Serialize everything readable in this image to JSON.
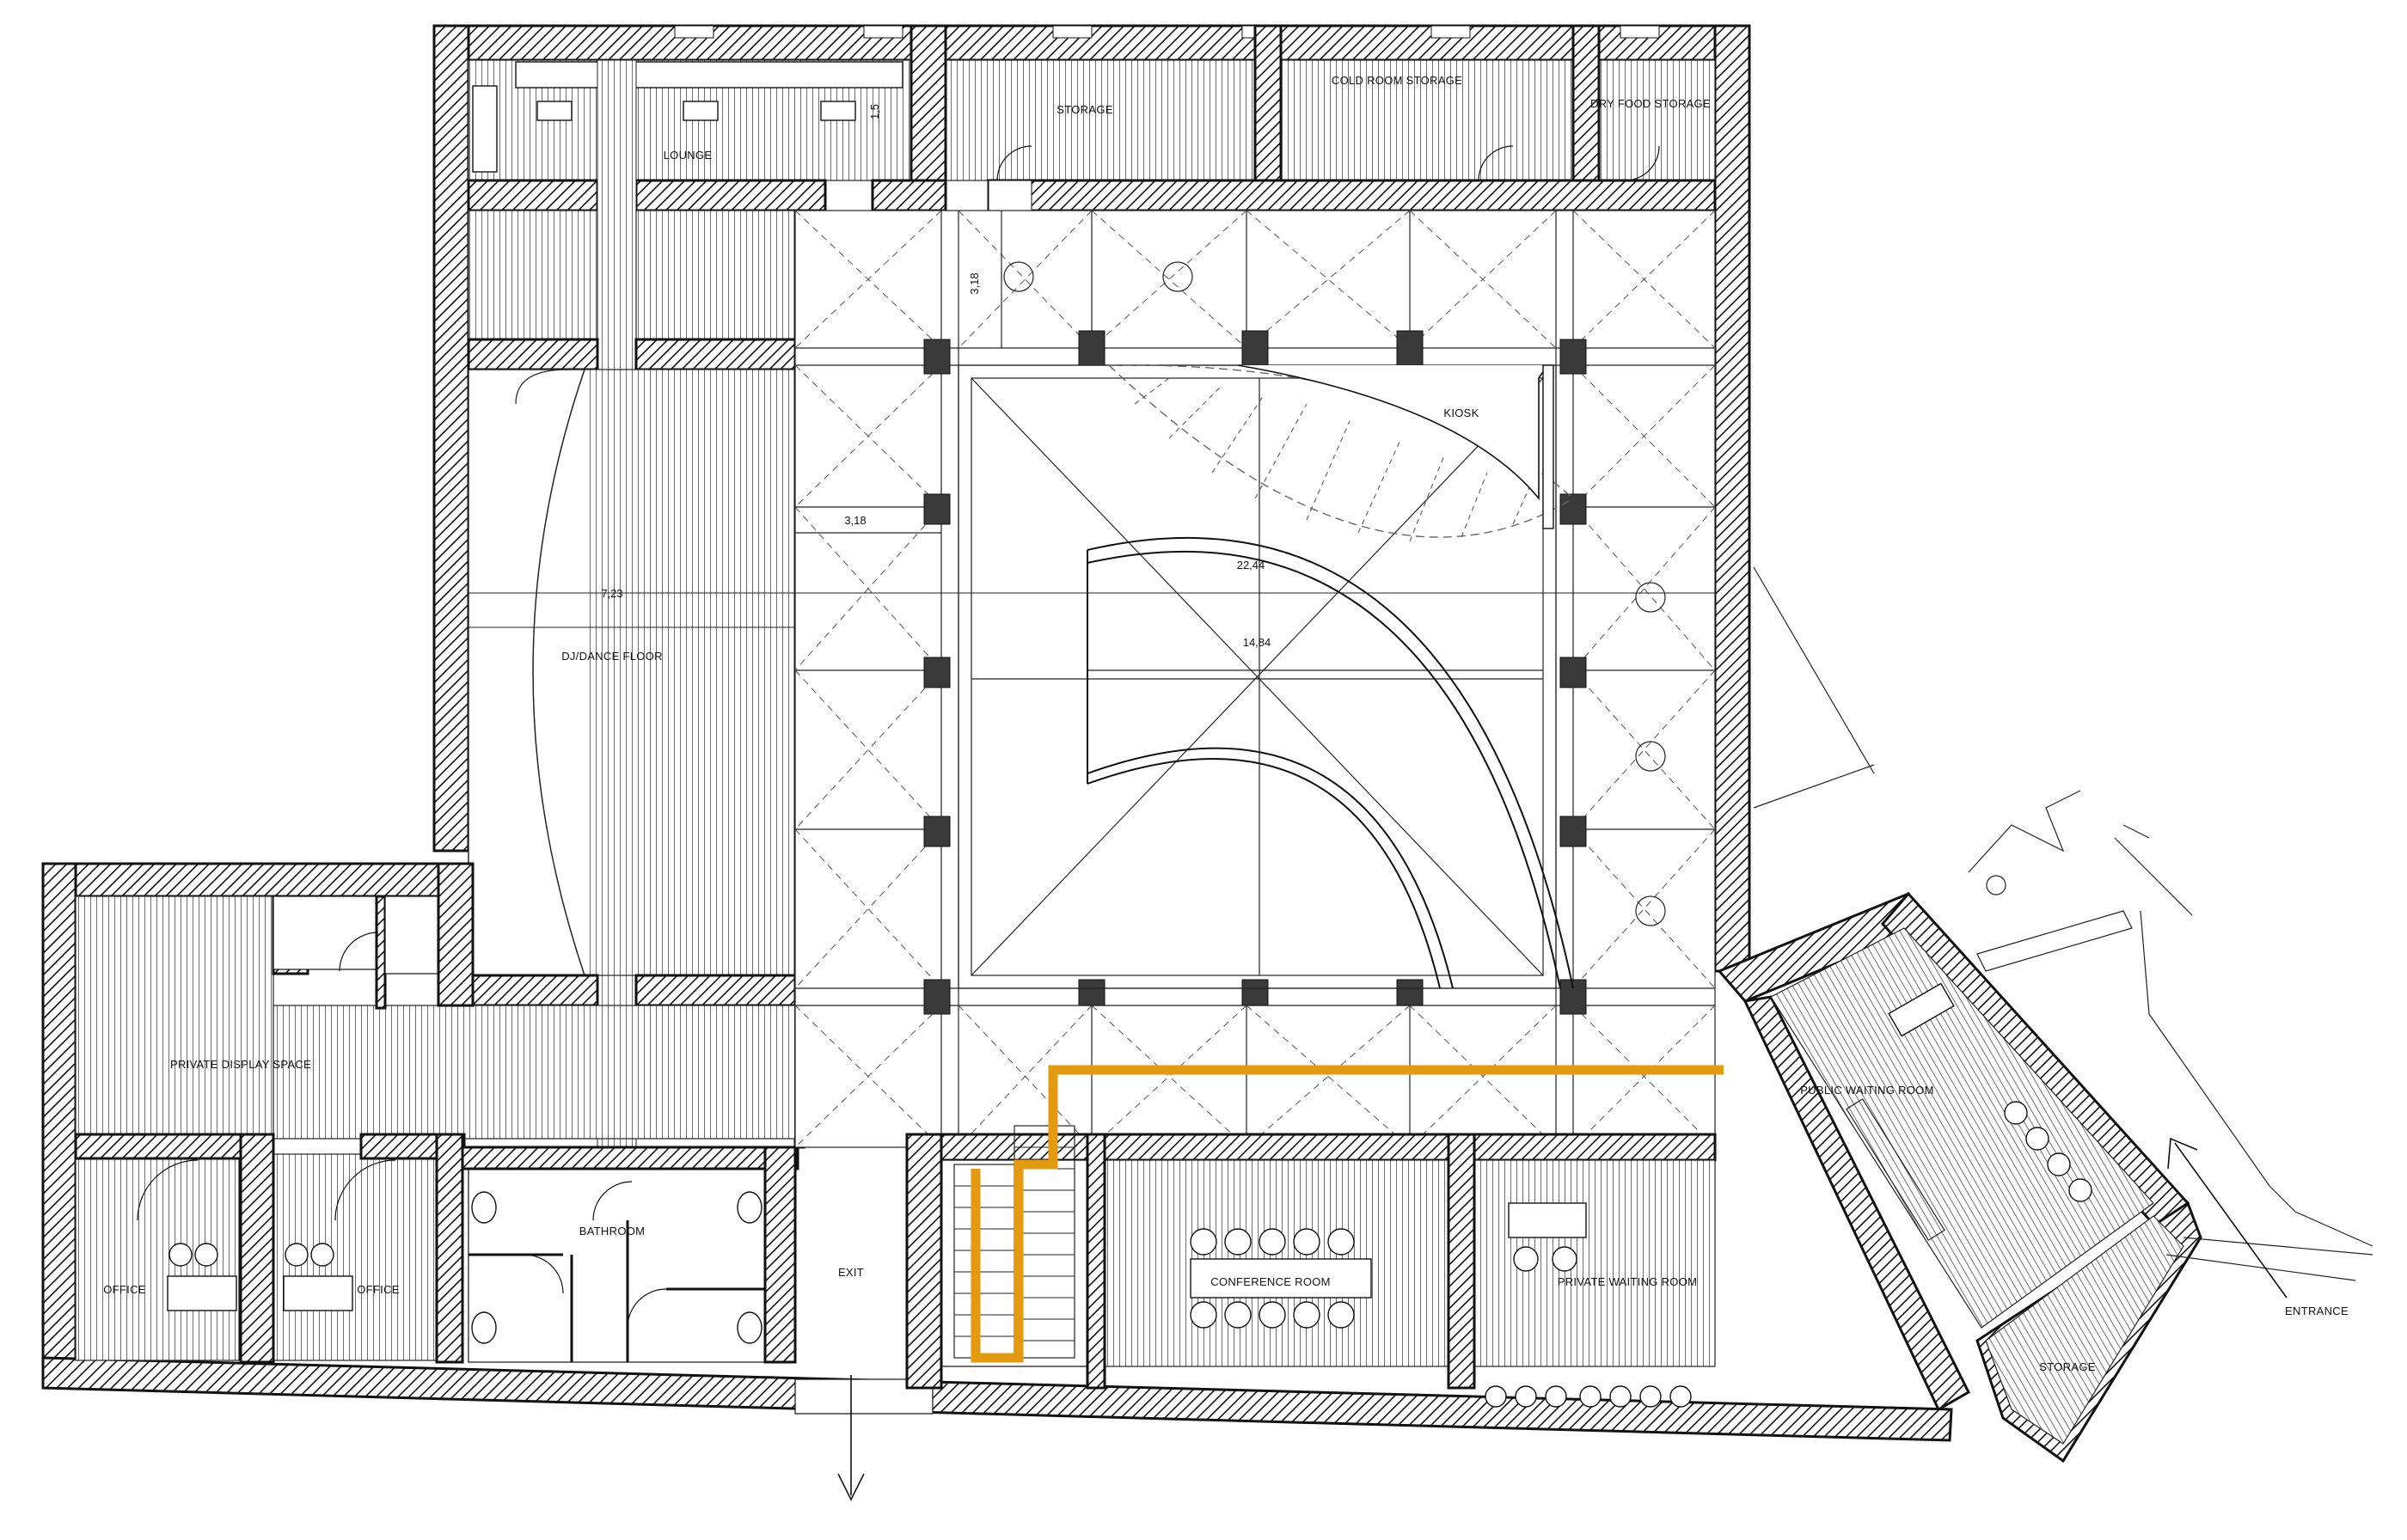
{
  "rooms": {
    "lounge": "LOUNGE",
    "storage_top": "STORAGE",
    "cold_room": "COLD ROOM STORAGE",
    "dry_food": "DRY FOOD STORAGE",
    "kiosk": "KIOSK",
    "dance_floor": "DJ/DANCE FLOOR",
    "display_space": "PRIVATE DISPLAY SPACE",
    "office_left": "OFFICE",
    "office_right": "OFFICE",
    "bathroom": "BATHROOM",
    "exit": "EXIT",
    "conference": "CONFERENCE ROOM",
    "private_waiting": "PRIVATE WAITING ROOM",
    "public_waiting": "PUBLIC WAITING ROOM",
    "storage_right": "STORAGE",
    "entrance": "ENTRANCE"
  },
  "dimensions": {
    "bay_depth_vertical": "3,18",
    "bay_width": "3,18",
    "dance_floor_depth": "7,23",
    "ramp_outer": "22,44",
    "ramp_inner": "14,84",
    "stair_step": "1,5"
  },
  "colors": {
    "circulation_route": "#e39a0e",
    "walls": "#111111"
  },
  "icons": {
    "exit_arrow": "arrow-down-icon",
    "entrance_arrow": "arrow-up-icon"
  }
}
